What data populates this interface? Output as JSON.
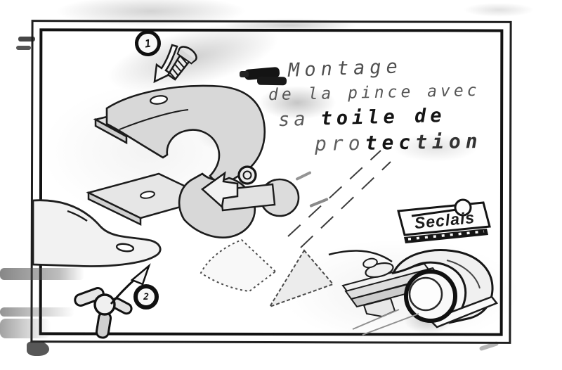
{
  "annotation": {
    "line1": "Montage",
    "line2": "de la pince avec",
    "line3_normal": "sa",
    "line3_bold": "toile de",
    "line4_light": "pro",
    "line4_bold": "tec",
    "line4_tail": "tion"
  },
  "steps": {
    "step1_label": "1",
    "step2_label": "2"
  },
  "logo": {
    "brand": "Seclais"
  },
  "colors": {
    "ink": "#1a1a1a",
    "part_fill": "#d8d8d8",
    "paper": "#ffffff"
  }
}
